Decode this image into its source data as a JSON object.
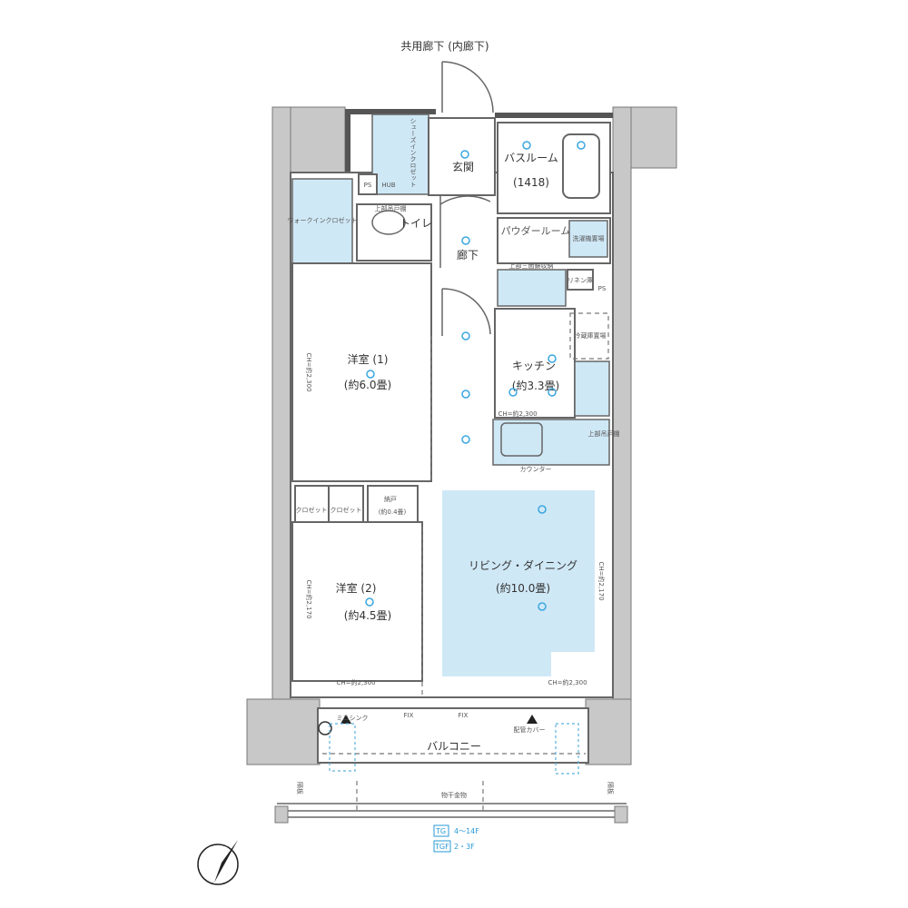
{
  "corridor_label": "共用廊下 (内廊下)",
  "rooms": {
    "shoes_closet": "シューズインクロゼット",
    "entrance": "玄関",
    "bath": {
      "name": "バスルーム",
      "size": "(1418)"
    },
    "ps": "PS",
    "hub": "HUB",
    "toilet": "トイレ",
    "upper_cabinet": "上部吊戸棚",
    "hallway": "廊下",
    "powder": "パウダールーム",
    "washer": "洗濯機置場",
    "mirror_storage": "上部三面鏡収納",
    "linen": "リネン庫",
    "walkin": "ウォークインクロゼット",
    "western1": {
      "name": "洋室 (1)",
      "size": "(約6.0畳)"
    },
    "kitchen": {
      "name": "キッチン",
      "size": "(約3.3畳)"
    },
    "fridge": "冷蔵庫置場",
    "counter": "カウンター",
    "closet": "クロゼット",
    "storage": {
      "name": "納戸",
      "size": "(約0.4畳)"
    },
    "western2": {
      "name": "洋室 (2)",
      "size": "(約4.5畳)"
    },
    "living": {
      "name": "リビング・ダイニング",
      "size": "(約10.0畳)"
    },
    "balcony": "バルコニー"
  },
  "ceiling_heights": {
    "ch2300": "CH=約2,300",
    "ch2170": "CH=約2,170"
  },
  "balcony_items": {
    "fix": "FIX",
    "mini_sink": "ミニシンク",
    "pipe_cover": "配管カバー",
    "laundry_hardware": "物干金物",
    "partition": "隔板"
  },
  "legend": [
    {
      "code": "TG",
      "floors": "4～14F"
    },
    {
      "code": "TGF",
      "floors": "2・3F"
    }
  ],
  "colors": {
    "highlight": "#cfe8f6",
    "fixtures": "#3aa6e0"
  }
}
